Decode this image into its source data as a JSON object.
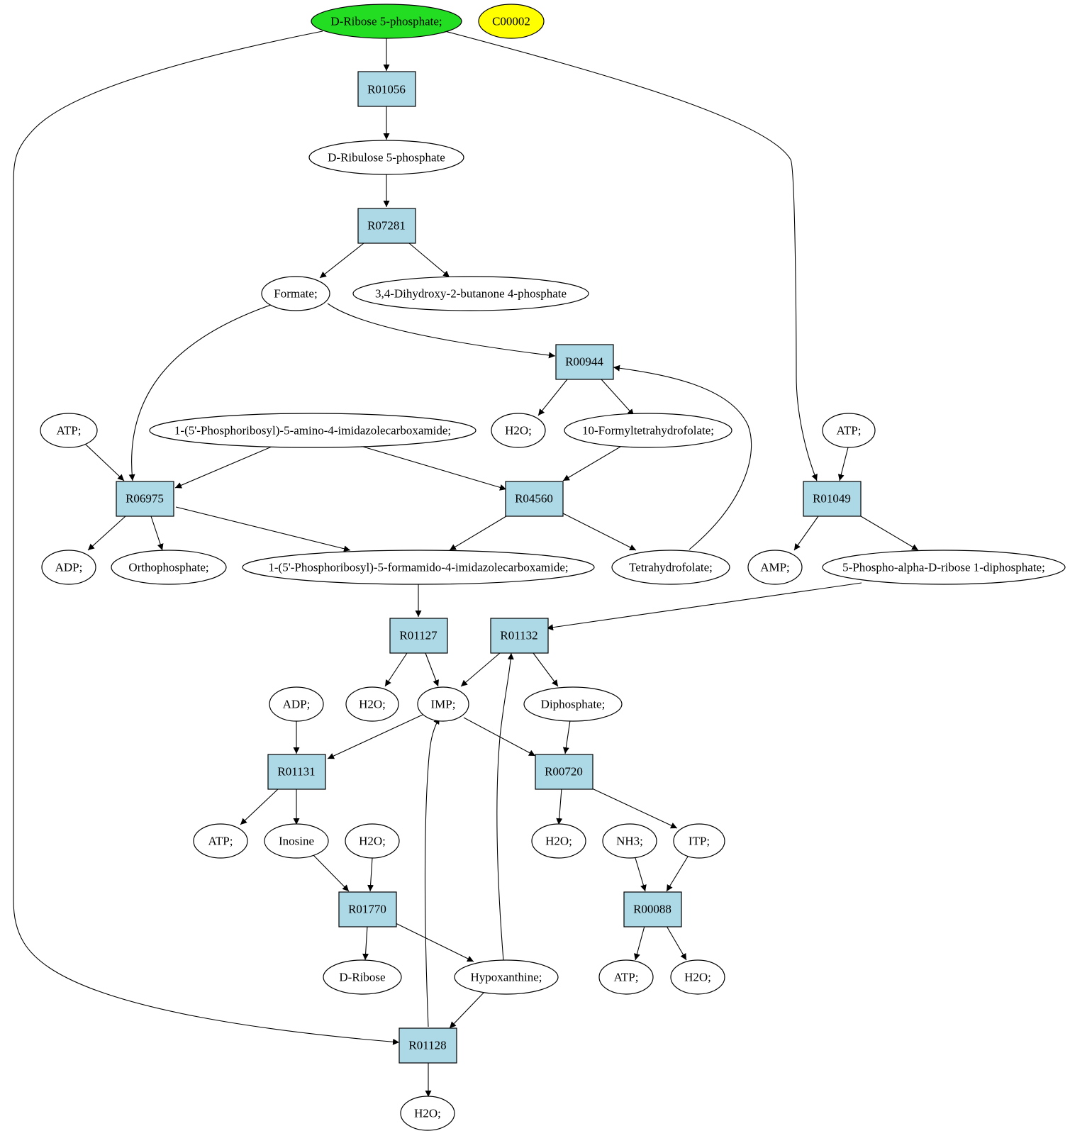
{
  "colors": {
    "reaction_fill": "#add8e6",
    "start_fill": "#22dd22",
    "highlight_fill": "#ffff00",
    "compound_fill": "#ffffff",
    "stroke": "#000000"
  },
  "nodes": {
    "start": "D-Ribose 5-phosphate;",
    "c00002": "C00002",
    "r01056": "R01056",
    "ribulose": "D-Ribulose 5-phosphate",
    "r07281": "R07281",
    "formate": "Formate;",
    "dihydroxy": "3,4-Dihydroxy-2-butanone 4-phosphate",
    "r00944": "R00944",
    "h2o_a": "H2O;",
    "formylthf": "10-Formyltetrahydrofolate;",
    "atp_a": "ATP;",
    "aicar": "1-(5'-Phosphoribosyl)-5-amino-4-imidazolecarboxamide;",
    "atp_b": "ATP;",
    "r06975": "R06975",
    "r04560": "R04560",
    "r01049": "R01049",
    "adp_a": "ADP;",
    "orthophosphate": "Orthophosphate;",
    "faicar": "1-(5'-Phosphoribosyl)-5-formamido-4-imidazolecarboxamide;",
    "thf": "Tetrahydrofolate;",
    "amp": "AMP;",
    "prpp": "5-Phospho-alpha-D-ribose 1-diphosphate;",
    "r01127": "R01127",
    "r01132": "R01132",
    "adp_b": "ADP;",
    "h2o_b": "H2O;",
    "imp": "IMP;",
    "diphosphate": "Diphosphate;",
    "r01131": "R01131",
    "r00720": "R00720",
    "atp_c": "ATP;",
    "inosine": "Inosine",
    "h2o_c": "H2O;",
    "h2o_d": "H2O;",
    "nh3": "NH3;",
    "itp": "ITP;",
    "r01770": "R01770",
    "r00088": "R00088",
    "dribose": "D-Ribose",
    "hypoxanthine": "Hypoxanthine;",
    "atp_d": "ATP;",
    "h2o_e": "H2O;",
    "r01128": "R01128",
    "h2o_f": "H2O;"
  }
}
